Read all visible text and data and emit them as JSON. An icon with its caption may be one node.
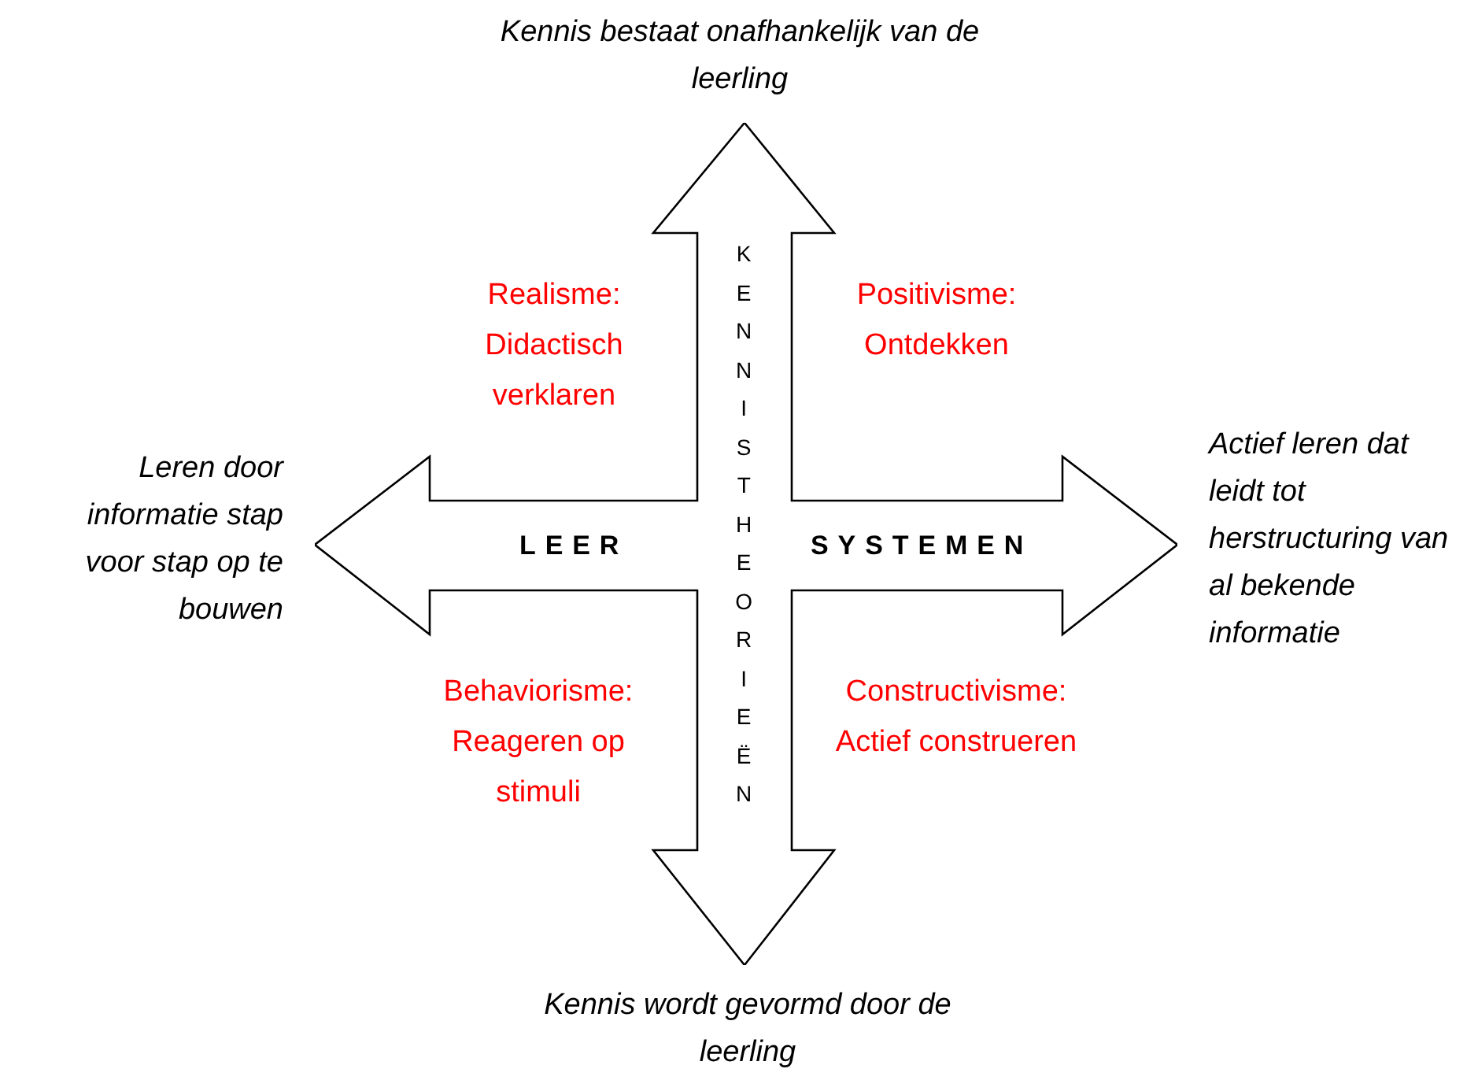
{
  "diagram": {
    "nodes": [
      {
        "text": [
          "LEER",
          "KENNISTHEORIEËN",
          "SYSTEMEN"
        ]
      }
    ],
    "labels": [
      "Kennis bestaat onafhankelijk van de leerling",
      "Realisme: Didactisch verklaren",
      "Positivisme: Ontdekken",
      "Leren door informatie stap voor stap op te bouwen",
      "Actief leren dat leidt tot herstructuring van al bekende informatie",
      "Behaviorisme: Reageren op stimuli",
      "Constructivisme: Actief construeren",
      "Kennis wordt gevormd door de leerling"
    ]
  }
}
